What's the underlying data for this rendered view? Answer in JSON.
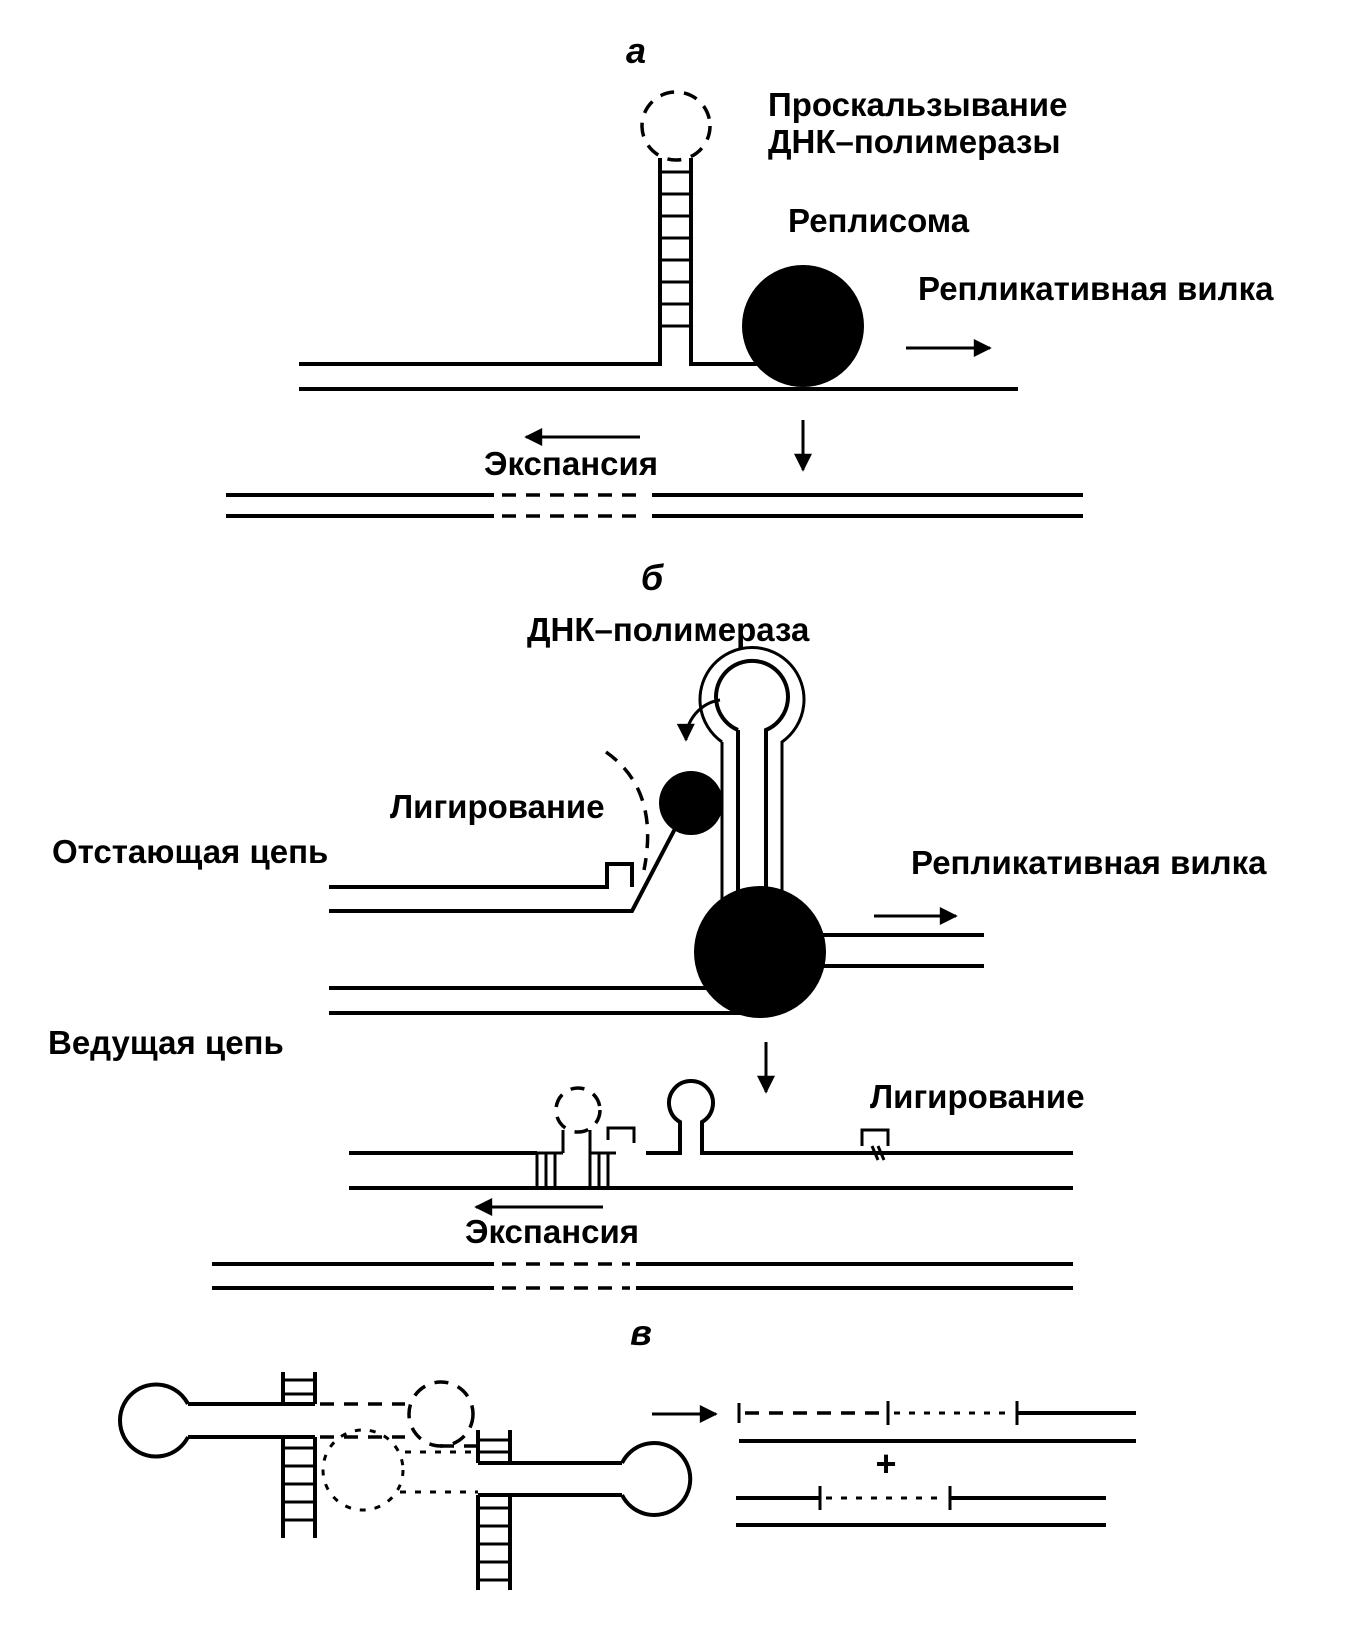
{
  "panels": {
    "a": "а",
    "b": "б",
    "c": "в"
  },
  "panel_a": {
    "slippage": [
      "Проскальзывание",
      "ДНК–полимеразы"
    ],
    "replisome": "Реплисома",
    "fork": "Репликативная вилка",
    "expansion": "Экспансия"
  },
  "panel_b": {
    "polymerase": "ДНК–полимераза",
    "ligation": "Лигирование",
    "lagging": "Отстающая цепь",
    "fork": "Репликативная вилка",
    "leading": "Ведущая цепь",
    "ligation2": "Лигирование",
    "expansion": "Экспансия"
  },
  "panel_c": {
    "plus": "+"
  }
}
